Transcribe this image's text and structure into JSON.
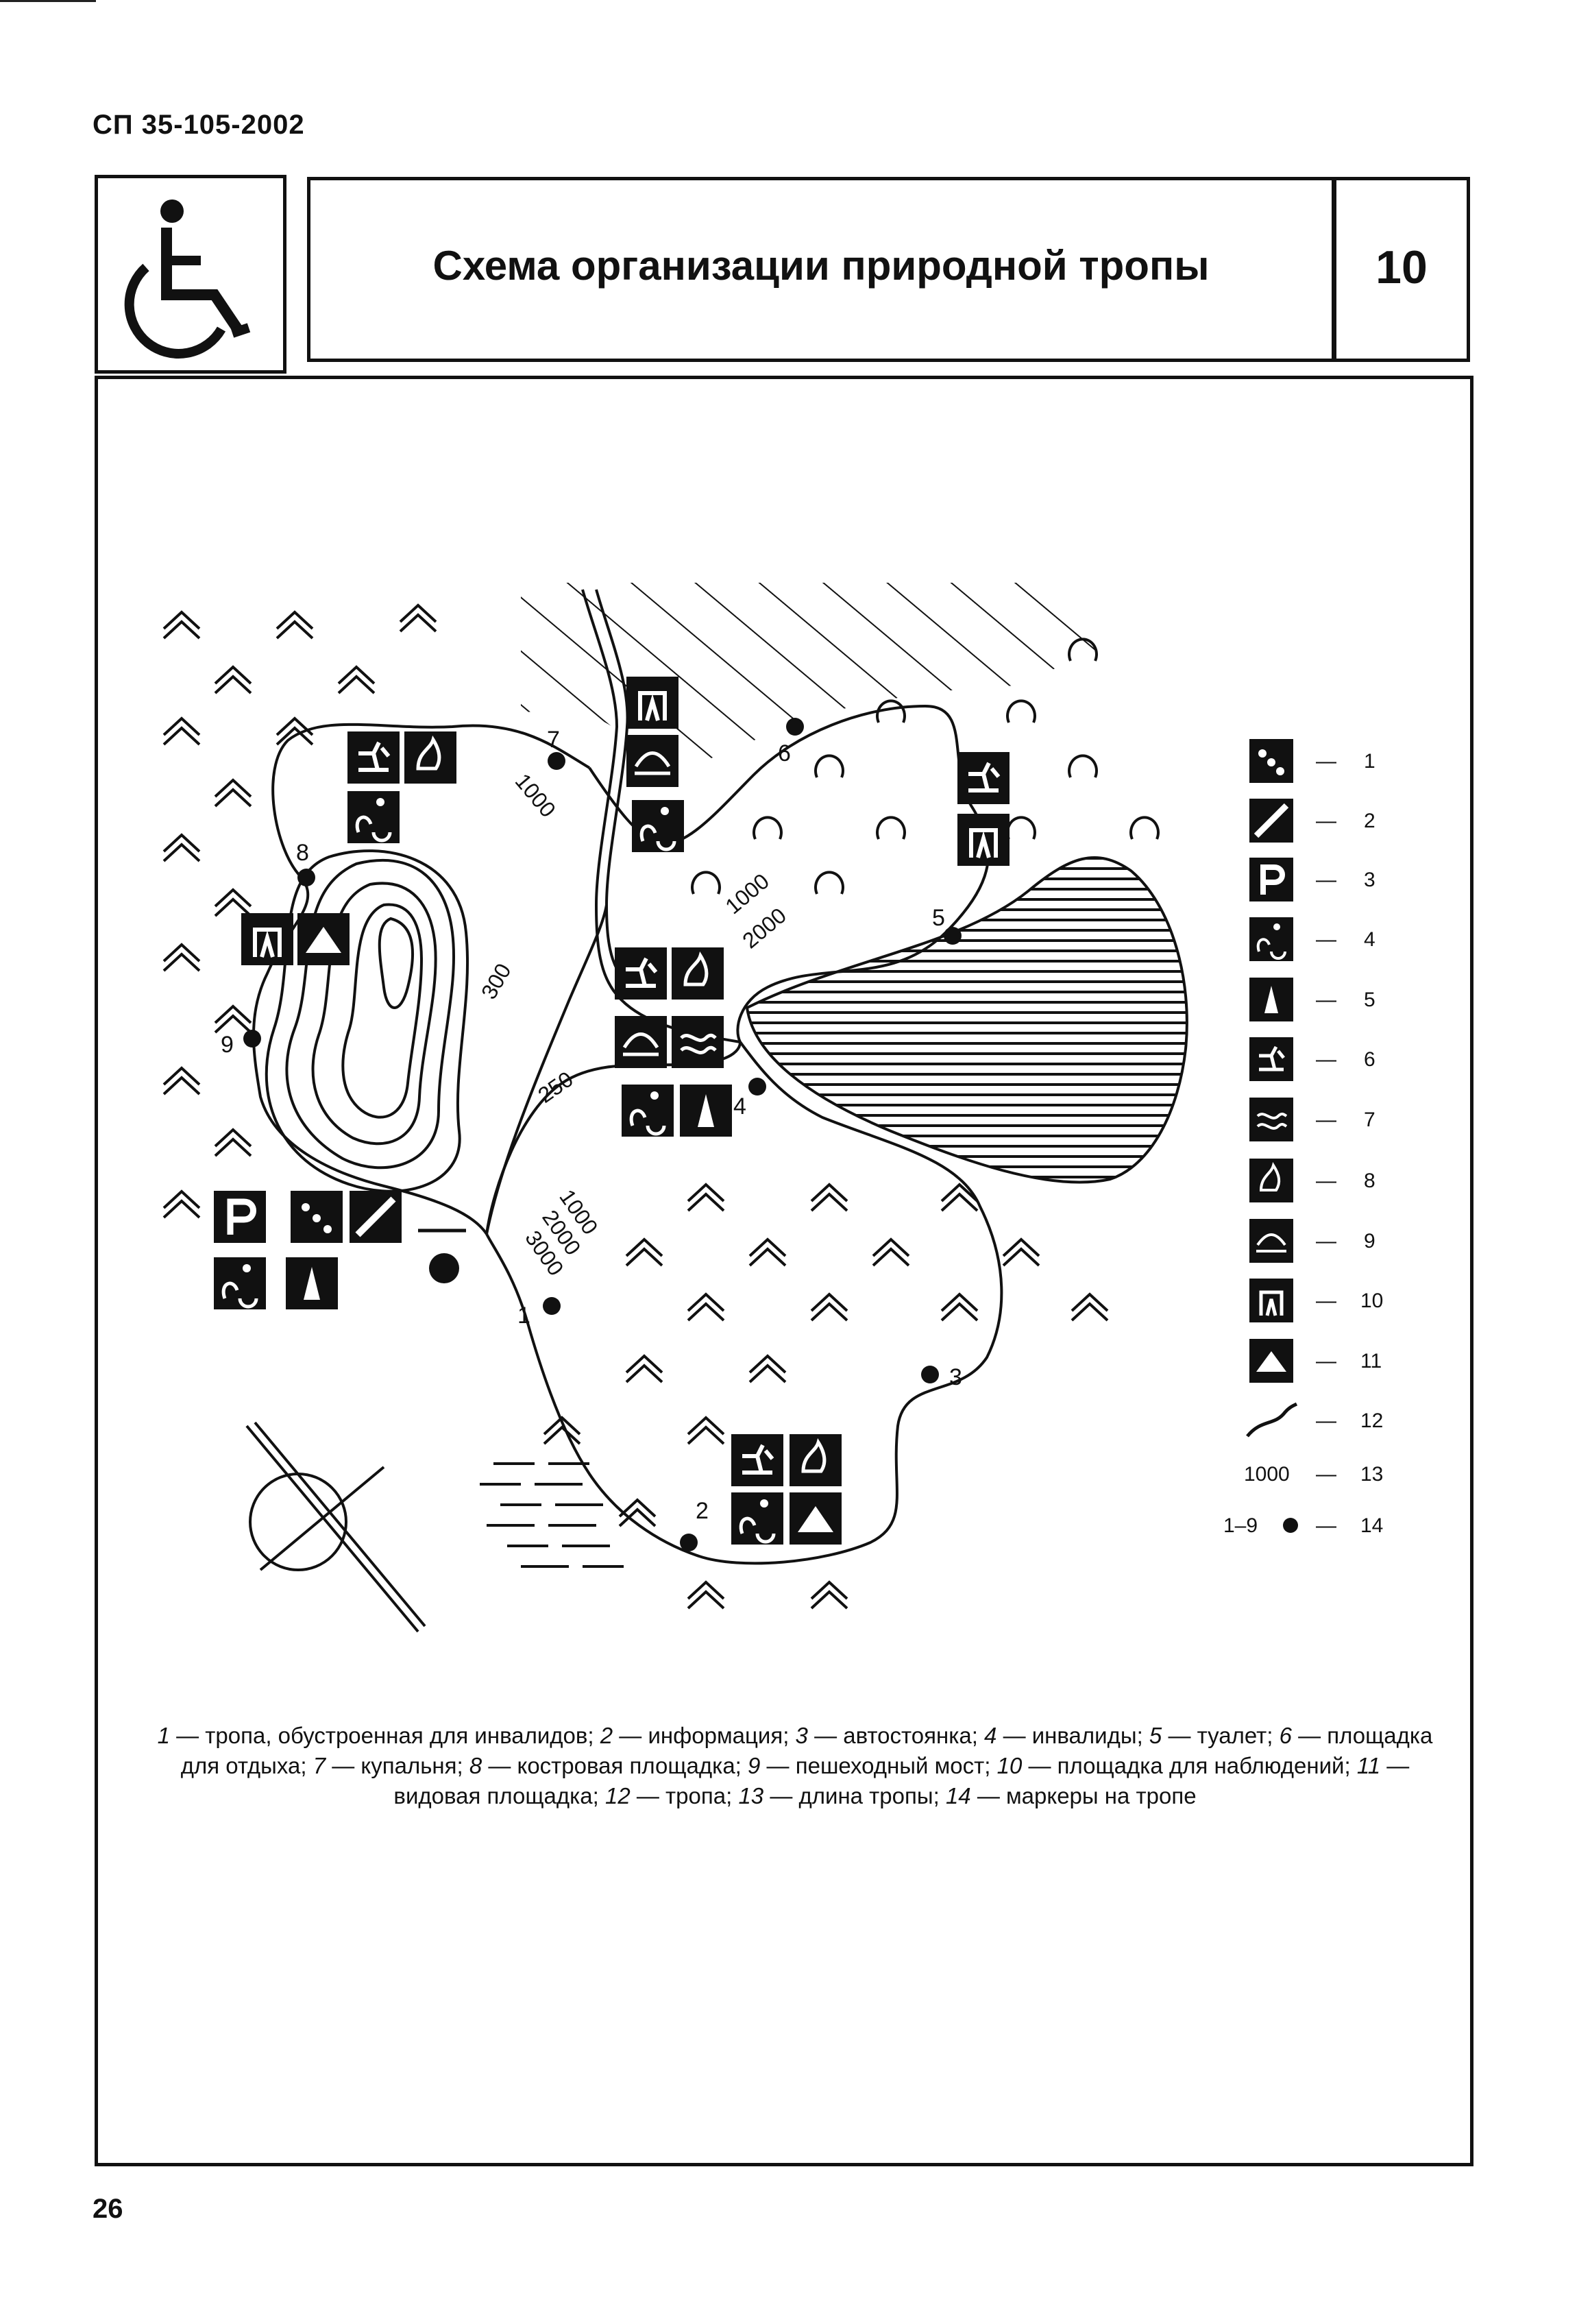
{
  "header": {
    "doc_code": "СП 35-105-2002",
    "title": "Схема организации природной тропы",
    "sheet_number": "10"
  },
  "map": {
    "trail_lengths": [
      "1000",
      "1000",
      "2000",
      "300",
      "250",
      "1000",
      "2000",
      "3000"
    ],
    "markers": [
      "1",
      "2",
      "3",
      "4",
      "5",
      "6",
      "7",
      "8",
      "9"
    ]
  },
  "legend": {
    "items": [
      {
        "num": "1",
        "icon": "route-dots-icon"
      },
      {
        "num": "2",
        "icon": "info-slash-icon"
      },
      {
        "num": "3",
        "icon": "parking-icon"
      },
      {
        "num": "4",
        "icon": "wheelchair-icon"
      },
      {
        "num": "5",
        "icon": "toilet-icon"
      },
      {
        "num": "6",
        "icon": "rest-area-icon"
      },
      {
        "num": "7",
        "icon": "swimming-icon"
      },
      {
        "num": "8",
        "icon": "campfire-icon"
      },
      {
        "num": "9",
        "icon": "footbridge-icon"
      },
      {
        "num": "10",
        "icon": "observation-icon"
      },
      {
        "num": "11",
        "icon": "viewpoint-icon"
      },
      {
        "num": "12",
        "icon": "trail-line-icon"
      }
    ],
    "length_sample": "1000",
    "length_num": "13",
    "marker_sample": "1–9",
    "marker_num": "14"
  },
  "caption": [
    {
      "n": "1",
      "t": " — тропа, обустроенная для инвалидов; "
    },
    {
      "n": "2",
      "t": " — информация; "
    },
    {
      "n": "3",
      "t": " — автостоянка; "
    },
    {
      "n": "4",
      "t": " — инвалиды; "
    },
    {
      "n": "5",
      "t": " — туалет; "
    },
    {
      "n": "6",
      "t": " — площадка для отдыха; "
    },
    {
      "n": "7",
      "t": " — купальня; "
    },
    {
      "n": "8",
      "t": " — костровая площадка; "
    },
    {
      "n": "9",
      "t": " — пешеходный мост; "
    },
    {
      "n": "10",
      "t": " — площадка для наблюдений; "
    },
    {
      "n": "11",
      "t": " — видовая площадка; "
    },
    {
      "n": "12",
      "t": " — тропа; "
    },
    {
      "n": "13",
      "t": " — длина тропы; "
    },
    {
      "n": "14",
      "t": " — маркеры на тропе"
    }
  ],
  "page_number": "26"
}
